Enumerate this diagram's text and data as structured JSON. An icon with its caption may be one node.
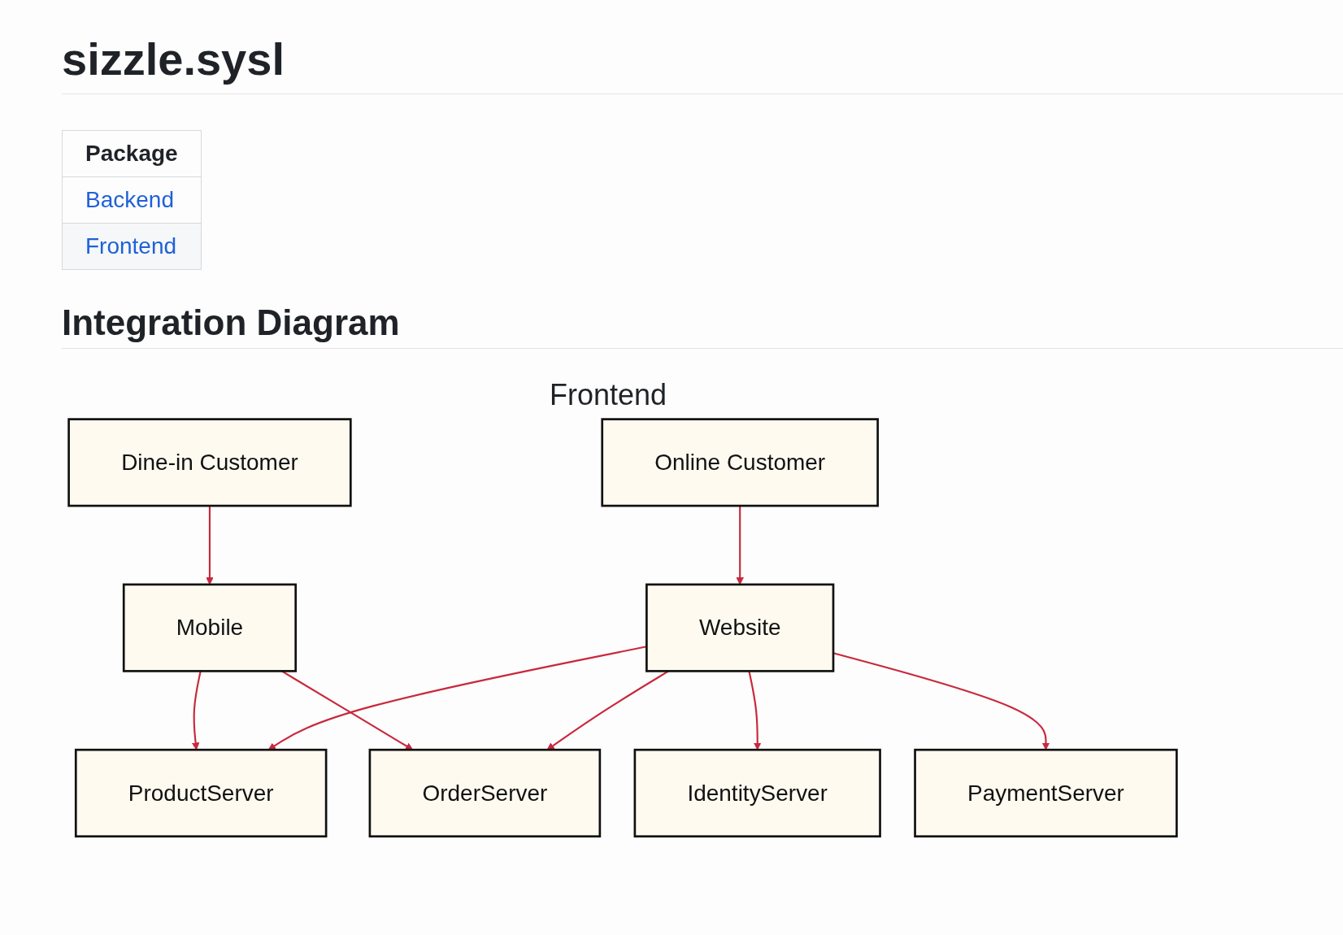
{
  "diagram": {
    "title": "sizzle.sysl",
    "nodes": [
      {
        "text": [
          "Dine-in Customer"
        ]
      },
      {
        "text": [
          "Online Customer"
        ]
      },
      {
        "text": [
          "Mobile"
        ]
      },
      {
        "text": [
          "Website"
        ]
      },
      {
        "text": [
          "ProductServer"
        ]
      },
      {
        "text": [
          "OrderServer"
        ]
      },
      {
        "text": [
          "IdentityServer"
        ]
      },
      {
        "text": [
          "PaymentServer"
        ]
      }
    ],
    "edges": [
      {
        "from": 0,
        "to": 2,
        "arrow": "to"
      },
      {
        "from": 1,
        "to": 3,
        "arrow": "to"
      },
      {
        "from": 2,
        "to": 4,
        "arrow": "to"
      },
      {
        "from": 2,
        "to": 5,
        "arrow": "to"
      },
      {
        "from": 3,
        "to": 4,
        "arrow": "to"
      },
      {
        "from": 3,
        "to": 5,
        "arrow": "to"
      },
      {
        "from": 3,
        "to": 6,
        "arrow": "to"
      },
      {
        "from": 3,
        "to": 7,
        "arrow": "to"
      }
    ],
    "labels": [
      "Package",
      "Backend",
      "Frontend",
      "Integration Diagram",
      "Frontend"
    ]
  }
}
